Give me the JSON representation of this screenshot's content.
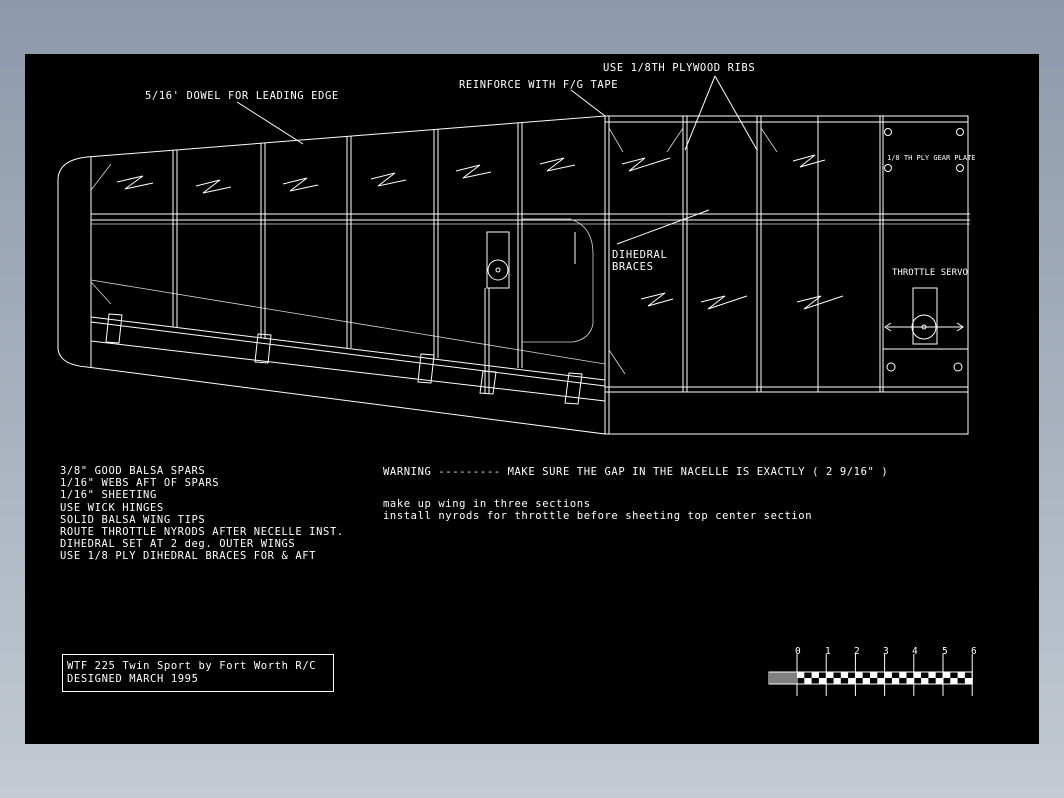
{
  "drawing": {
    "callouts": {
      "dowel": "5/16'  DOWEL FOR LEADING EDGE",
      "reinforce": "REINFORCE WITH  F/G TAPE",
      "ribs": "USE 1/8TH PLYWOOD RIBS",
      "dihedral": [
        "DIHEDRAL",
        "BRACES"
      ],
      "gear_plate": "1/8 TH PLY GEAR PLATE",
      "servo": "THROTTLE SERVO"
    },
    "warning": "WARNING --------- MAKE SURE THE GAP IN THE NACELLE IS EXACTLY ( 2  9/16\" )",
    "instructions": [
      "make up wing in three sections",
      "install nyrods for throttle before sheeting top center section"
    ],
    "notes": [
      "3/8\" GOOD BALSA SPARS",
      "1/16\" WEBS AFT OF SPARS",
      "1/16\" SHEETING",
      "USE WICK HINGES",
      "SOLID BALSA WING TIPS",
      "ROUTE THROTTLE NYRODS AFTER NECELLE INST.",
      "DIHEDRAL SET AT  2 deg. OUTER WINGS",
      "USE 1/8 PLY DIHEDRAL BRACES FOR & AFT"
    ],
    "title_block": {
      "line1": "WTF 225 Twin Sport  by Fort Worth R/C",
      "line2": "DESIGNED  MARCH  1995"
    },
    "scale_ticks": [
      "0",
      "1",
      "2",
      "3",
      "4",
      "5",
      "6"
    ]
  },
  "colors": {
    "line": "#ffffff",
    "background": "#000000",
    "frame": "#97a2b2"
  }
}
